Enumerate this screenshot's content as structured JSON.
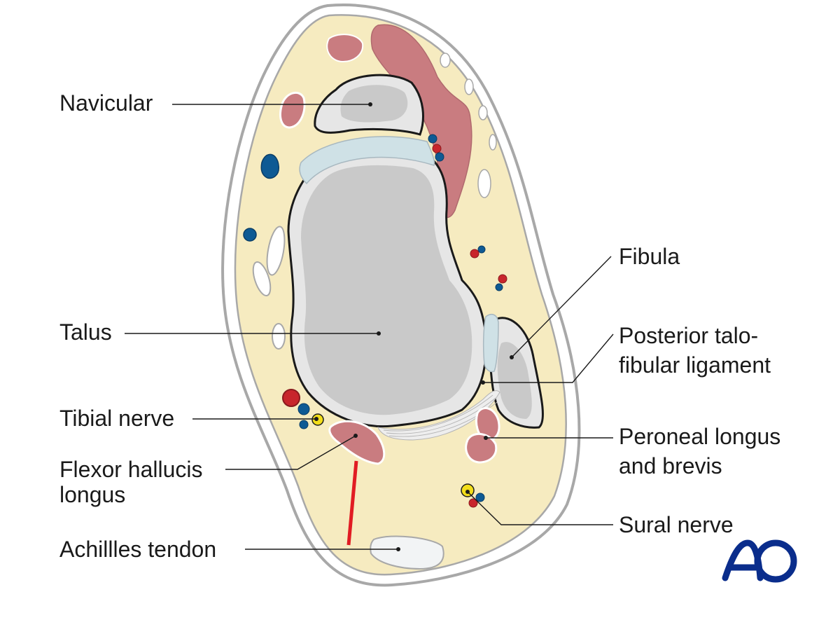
{
  "labels": {
    "navicular": "Navicular",
    "talus": "Talus",
    "tibial_nerve": "Tibial nerve",
    "flexor_line1": "Flexor hallucis",
    "flexor_line2": "longus",
    "achilles": "Achillles tendon",
    "fibula": "Fibula",
    "ptfl_line1": "Posterior talo-",
    "ptfl_line2": "fibular ligament",
    "peroneal_line1": "Peroneal longus",
    "peroneal_line2": "and brevis",
    "sural": "Sural nerve"
  },
  "logo": {
    "text": "AO",
    "color": "#0a2d8c"
  },
  "colors": {
    "skin_fill": "#f6ebc0",
    "skin_outline": "#a8a8a8",
    "bone_outer": "#e6e6e6",
    "bone_inner": "#c9c9c9",
    "muscle": "#c97c80",
    "artery": "#c8262c",
    "vein": "#0e5a94",
    "nerve": "#f2dd1a",
    "cartilage": "#cfe1e6",
    "incision": "#e11c23",
    "leader": "#1a1a1a"
  }
}
